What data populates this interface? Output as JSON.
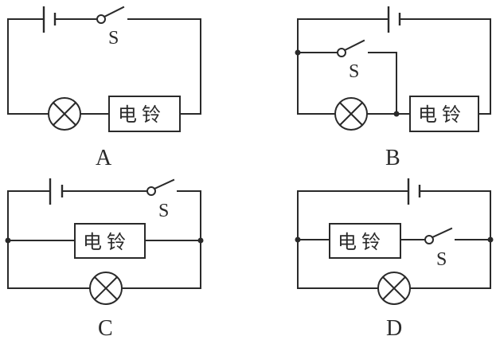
{
  "figure": {
    "description": "Four circuit options with battery, switch S, lamp and electric bell",
    "component_labels": {
      "switch": "S",
      "bell": "电铃"
    },
    "circuits": [
      {
        "option": "A",
        "topology": "series: battery, switch S, lamp, bell all in one loop",
        "components": [
          "battery",
          "switch",
          "lamp",
          "bell"
        ]
      },
      {
        "option": "B",
        "topology": "switch S in parallel with lamp; that pair in series with bell and battery",
        "components": [
          "battery",
          "switch",
          "lamp",
          "bell",
          "junction",
          "junction"
        ]
      },
      {
        "option": "C",
        "topology": "battery and switch S in main line; bell and lamp in parallel branches",
        "components": [
          "battery",
          "switch",
          "bell",
          "lamp",
          "junction",
          "junction"
        ]
      },
      {
        "option": "D",
        "topology": "battery in main line; bell in series with switch S in one branch, lamp in other branch",
        "components": [
          "battery",
          "bell",
          "switch",
          "lamp",
          "junction",
          "junction"
        ]
      }
    ]
  },
  "colors": {
    "line": "#2a2a2a",
    "background": "#ffffff"
  }
}
